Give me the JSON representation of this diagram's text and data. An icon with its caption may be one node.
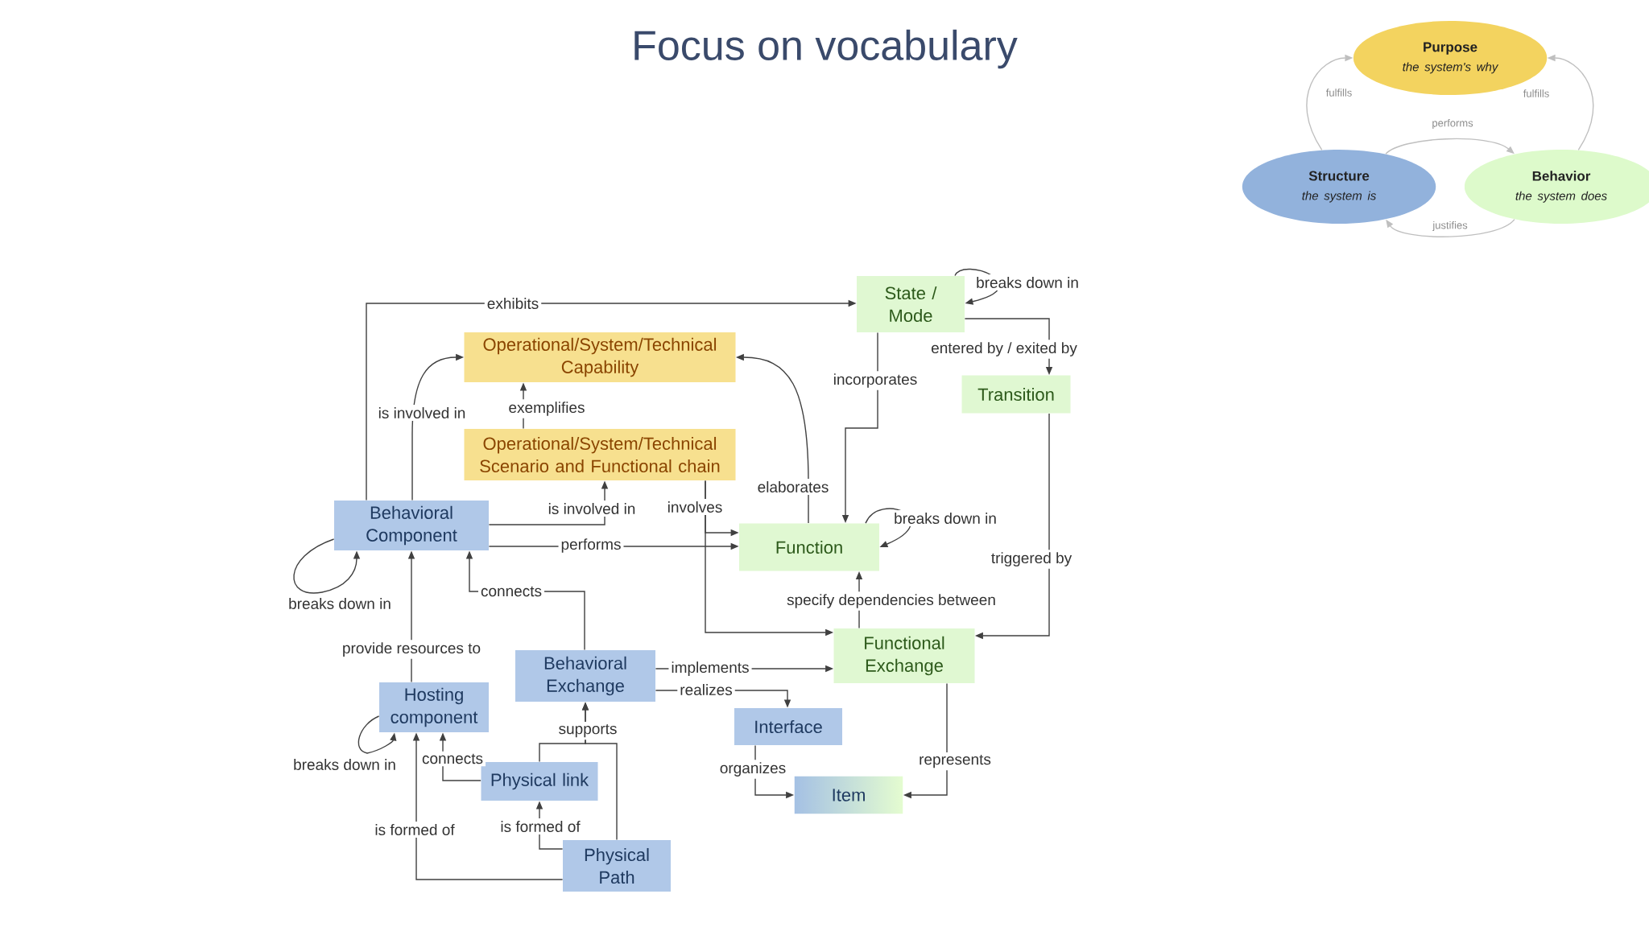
{
  "diagram": {
    "title": "Focus on vocabulary",
    "nodes": [
      {
        "text": [
          "Purpose",
          "the system's why"
        ]
      },
      {
        "text": [
          "Structure",
          "the system is"
        ]
      },
      {
        "text": [
          "Behavior",
          "the system does"
        ]
      },
      {
        "text": [
          "State / Mode"
        ]
      },
      {
        "text": [
          "Operational/System/Technical Capability"
        ]
      },
      {
        "text": [
          "Operational/System/Technical Scenario and Functional chain"
        ]
      },
      {
        "text": [
          "Transition"
        ]
      },
      {
        "text": [
          "Behavioral Component"
        ]
      },
      {
        "text": [
          "Function"
        ]
      },
      {
        "text": [
          "Behavioral Exchange"
        ]
      },
      {
        "text": [
          "Functional Exchange"
        ]
      },
      {
        "text": [
          "Hosting component"
        ]
      },
      {
        "text": [
          "Interface"
        ]
      },
      {
        "text": [
          "Physical link"
        ]
      },
      {
        "text": [
          "Item"
        ]
      },
      {
        "text": [
          "Physical Path"
        ]
      }
    ],
    "edges": [
      {
        "from": 1,
        "to": 0,
        "arrow": "to",
        "label": "fulfills",
        "color": "#bfbfbf"
      },
      {
        "from": 2,
        "to": 0,
        "arrow": "to",
        "label": "fulfills",
        "color": "#bfbfbf"
      },
      {
        "from": 1,
        "to": 2,
        "arrow": "to",
        "label": "performs",
        "color": "#bfbfbf"
      },
      {
        "from": 2,
        "to": 1,
        "arrow": "to",
        "label": "justifies",
        "color": "#bfbfbf"
      },
      {
        "from": 7,
        "to": 3,
        "arrow": "to",
        "label": "exhibits"
      },
      {
        "from": 7,
        "to": 4,
        "arrow": "to",
        "label": "is involved in"
      },
      {
        "from": 5,
        "to": 4,
        "arrow": "to",
        "label": "exemplifies"
      },
      {
        "from": 7,
        "to": 5,
        "arrow": "to",
        "label": "is involved in"
      },
      {
        "from": 7,
        "to": 8,
        "arrow": "to",
        "label": "performs"
      },
      {
        "from": 5,
        "to": 8,
        "arrow": "to",
        "label": "involves"
      },
      {
        "from": 5,
        "to": 10,
        "arrow": "to"
      },
      {
        "from": 8,
        "to": 4,
        "arrow": "to",
        "label": "elaborates"
      },
      {
        "from": 3,
        "to": 8,
        "arrow": "to",
        "label": "incorporates"
      },
      {
        "from": 3,
        "to": 3,
        "arrow": "to",
        "label": "breaks down in"
      },
      {
        "from": 3,
        "to": 6,
        "arrow": "to",
        "label": "entered by / exited by"
      },
      {
        "from": 6,
        "to": 10,
        "arrow": "to",
        "label": "triggered by"
      },
      {
        "from": 8,
        "to": 8,
        "arrow": "to",
        "label": "breaks down in"
      },
      {
        "from": 10,
        "to": 8,
        "arrow": "to",
        "label": "specify dependencies between"
      },
      {
        "from": 7,
        "to": 7,
        "arrow": "to",
        "label": "breaks down in"
      },
      {
        "from": 9,
        "to": 7,
        "arrow": "to",
        "label": "connects"
      },
      {
        "from": 11,
        "to": 7,
        "arrow": "to",
        "label": "provide resources to"
      },
      {
        "from": 9,
        "to": 10,
        "arrow": "to",
        "label": "implements"
      },
      {
        "from": 9,
        "to": 12,
        "arrow": "to",
        "label": "realizes"
      },
      {
        "from": 11,
        "to": 11,
        "arrow": "to",
        "label": "breaks down in"
      },
      {
        "from": 13,
        "to": 11,
        "arrow": "to",
        "label": "connects"
      },
      {
        "from": 13,
        "to": 9,
        "arrow": "to",
        "label": "supports"
      },
      {
        "from": 15,
        "to": 9,
        "arrow": "to"
      },
      {
        "from": 15,
        "to": 13,
        "arrow": "to",
        "label": "is formed of"
      },
      {
        "from": 15,
        "to": 11,
        "arrow": "to",
        "label": "is formed of"
      },
      {
        "from": 12,
        "to": 14,
        "arrow": "to",
        "label": "organizes"
      },
      {
        "from": 10,
        "to": 14,
        "arrow": "to",
        "label": "represents"
      }
    ]
  }
}
